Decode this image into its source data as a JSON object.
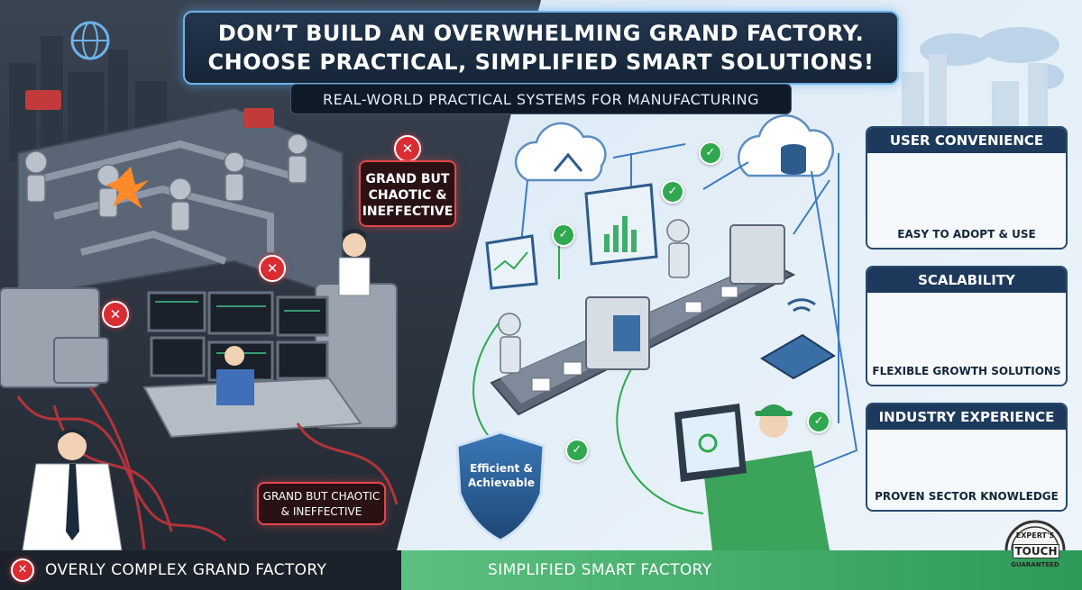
{
  "header": {
    "title_line1": "DON’T BUILD AN OVERWHELMING GRAND FACTORY.",
    "title_line2": "CHOOSE PRACTICAL, SIMPLIFIED SMART SOLUTIONS!",
    "subtitle": "REAL-WORLD PRACTICAL SYSTEMS FOR MANUFACTURING"
  },
  "left": {
    "callout_top": "GRAND BUT CHAOTIC & INEFFECTIVE",
    "callout_bottom": "GRAND BUT CHAOTIC & INEFFECTIVE",
    "footer_icon": "x-circle-icon",
    "footer": "OVERLY COMPLEX GRAND FACTORY",
    "accent": "#e3464b"
  },
  "right": {
    "shield_label": "Efficient & Achievable",
    "footer": "SIMPLIFIED SMART FACTORY",
    "accent": "#2fa84f"
  },
  "panels": [
    {
      "title": "USER CONVENIENCE",
      "caption": "EASY TO ADOPT & USE",
      "icons": [
        "touch-screen-icon",
        "smiley-icon"
      ]
    },
    {
      "title": "SCALABILITY",
      "caption": "FLEXIBLE GROWTH SOLUTIONS",
      "icons": [
        "cubes-icon",
        "growth-arrows-icon"
      ]
    },
    {
      "title": "INDUSTRY EXPERIENCE",
      "caption": "PROVEN SECTOR KNOWLEDGE",
      "icons": [
        "gear-icon",
        "food-bowl-icon",
        "chip-icon",
        "shield-check-icon"
      ]
    }
  ],
  "stamp": {
    "top": "EXPERT'S",
    "middle": "TOUCH",
    "bottom": "GUARANTEED"
  }
}
